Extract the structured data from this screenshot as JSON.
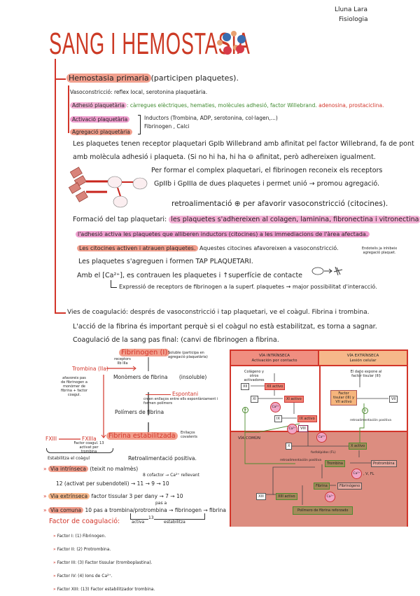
{
  "header": {
    "author": "Lluna Lara",
    "subject": "Fisiologia",
    "title": "SANG I HEMOSTASIA"
  },
  "primaria": {
    "heading": "Hemostasia primaria",
    "heading_note": "(participen plaquetes).",
    "vasoconstriccio": "Vasoconstricció: reflex local, serotonina plaquetària.",
    "adhesio_label": "Adhesió plaquetària",
    "adhesio_green": ": càrregues elèctriques, hematies, molècules adhesió, factor Willebrand.",
    "adhesio_red": "adenosina, prostaciclina.",
    "activacio_label": "Activació plaquetària",
    "agregacio_label": "Agregació plaquetària",
    "inductors": "Inductors (Trombina, ADP, serotonina, col·lagen,...)",
    "fibrinogen_calci": "Fibrinogen , Calci",
    "p1": "Les plaquetes tenen receptor plaquetari GpIb Willebrand amb afinitat pel factor Willebrand, fa de pont",
    "p2": "amb molècula adhesió i plaqueta. (Si no hi ha, hi ha ⊖ afinitat, però adhereixen igualment.",
    "p3": "Per formar el complex plaquetari, el fibrinogen reconeix els receptors",
    "p4": "GpIIb i GpIIIa de dues plaquetes i permet unió → promou agregació.",
    "retro": "retroalimentació ⊕ per afavorir vasoconstricció (citocines).",
    "tap_label": "Formació del tap plaquetari:",
    "tap_hl": "les plaquetes s'adhereixen al colagen, laminina, fibronectina i vitronectina",
    "tap2": "l'adhesió activa les plaquetes que alliberen inductors (citocines) a les immediacions de l'àrea afectada.",
    "tap3_hl": "Les citocines activen i atrauen plaquetes.",
    "tap3": "Aquestes citocines afavoreixen a vasoconstricció.",
    "tap4": "Les plaquetes s'agreguen i formen TAP PLAQUETARI.",
    "tap5": "Amb el [Ca²⁺], es contrauen les plaquetes i ↑superfície de contacte",
    "tap6": "Expressió de receptors de fibrinogen a la superf. plaquetes → major possibilitat d'interacció.",
    "endotelis": "Endotelis ja inhibeix agregació plaquet."
  },
  "vies": {
    "l1": "Vies de coagulació: després de vasoconstricció i tap plaquetari, ve el coàgul. Fibrina i trombina.",
    "l2": "L'acció de la fibrina és important perquè si el coàgul no està estabilitzat, es torna a sagnar.",
    "l3": "Coagulació de la sang pas final: (canvi de fibrinogen a fibrina."
  },
  "flow": {
    "fibrinogen": "Fibrinogen (I)",
    "soluble": "Soluble (participa en agregació plaquetària)",
    "receptors": "receptors IIb IIIa",
    "trombina": "Trombina (IIa)",
    "afavoreix": "afavoreix pas de fibrinogen a monòmer de fibrina + factor coagul.",
    "monomers": "Monòmers de fibrina",
    "insoluble": "(insoluble)",
    "espontani": "Espontani",
    "espontani_note": "creen enllaços entre ells espontàniament i formen polímers",
    "polimers": "Polímers de fibrina",
    "fxiii": "FXIII",
    "fxiiia": "FXIIIa",
    "fxiiia_note": "Factor coagul. 13 activat per trombina",
    "estabilitzada": "Fibrina estabilitzada",
    "enllacos": "Enllaços covalents",
    "estabilitza": "Estabilitza el coàgul",
    "retro": "Retroalimentació positiva."
  },
  "vies_detail": {
    "intrinseca_label": "Via intrínseca",
    "intrinseca_note": "(teixit no malmès)",
    "intrinseca_chain": "12 (activat per subendoteli) → 11 → 9 → 10",
    "cofactor": "8 cofactor → Ca²⁺ rellevant",
    "extrinseca_label": "Via extrínseca",
    "extrinseca_chain": "factor tissular 3 per dany → 7 → 10",
    "comuna_label": "Via comuna",
    "comuna_chain": "10 pas a trombina/protrombina → fibrinogen → fibrina",
    "pas_a": "pas a",
    "activa": "activa",
    "n13": "13",
    "estabilitza": "estabilitza"
  },
  "factors": {
    "heading": "Factor de coagulació:",
    "items": [
      "Factor I: (1) Fibrinogen.",
      "Factor II: (2) Protrombina.",
      "Factor III: (3) Factor tissular (tromboplastina).",
      "Factor IV: (4) Ions de Ca²⁺.",
      "Factor XIII: (13) Factor estabilitzador trombina."
    ]
  },
  "diagram": {
    "intr_title": "VÍA INTRÍNSECA",
    "intr_sub": "Activación por contacto",
    "extr_title": "VÍA EXTRÍNSECA",
    "extr_sub": "Lesión celular",
    "colageno": "Colágeno y otros activadores",
    "xii": "XII",
    "xii_act": "XII activo",
    "xi": "XI",
    "xi_act": "XI activo",
    "ix": "IX",
    "ix_act": "IX activo",
    "viii": "VIII",
    "ca": "Ca²⁺",
    "dano": "El daño expone al factor tisular (III)",
    "ft": "Factor tisular (III) y VII activo",
    "vii": "VII",
    "retro": "retroalimentación positiva",
    "comun": "VÍA COMÚN",
    "x": "X",
    "x_act": "X activo",
    "fl": "fosfolípidos (FL)",
    "trombina": "Trombina",
    "protrombina": "Protrombina",
    "vfl": ", V, FL",
    "fibrina": "Fibrina",
    "fibrinogeno": "Fibrinógeno",
    "xiii": "XIII",
    "xiii_act": "XIII activo",
    "polimero": "Polímero de fibrina reforzado"
  },
  "colors": {
    "accent": "#d2352a",
    "green": "#3f8a2f",
    "highlight_red": "#f2a08e",
    "highlight_pink": "#f4b2d6",
    "diagram_common": "#dc8d80"
  }
}
